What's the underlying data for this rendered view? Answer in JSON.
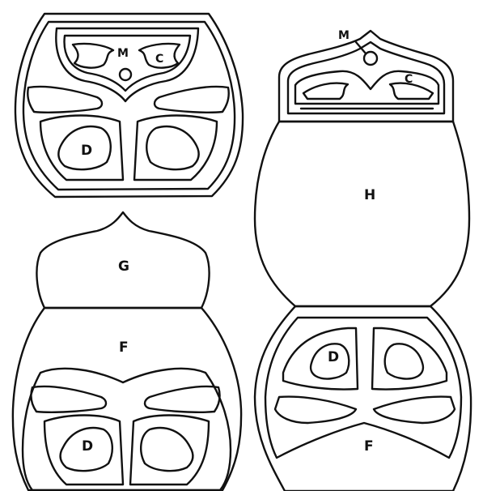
{
  "figure": {
    "labels": {
      "d_top_left": "D",
      "m_top_left": "M",
      "c_top_left": "C",
      "m_top_right": "M",
      "c_top_right": "C",
      "h": "H",
      "g": "G",
      "f_left": "F",
      "d_bottom_left": "D",
      "d_bottom_right": "D",
      "f_bottom_right": "F"
    }
  }
}
